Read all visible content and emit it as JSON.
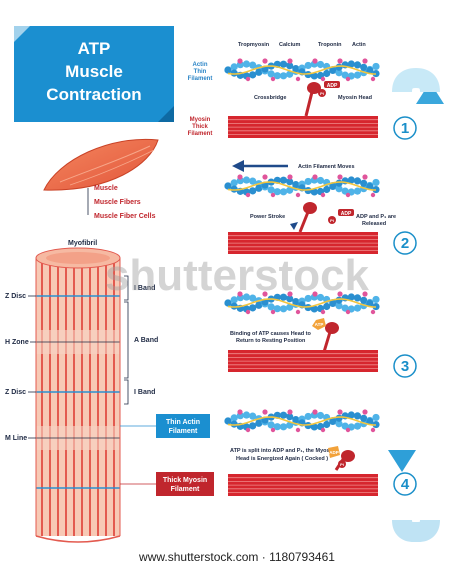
{
  "title": {
    "line1": "ATP",
    "line2": "Muscle",
    "line3": "Contraction"
  },
  "muscle_labels": [
    "Muscle",
    "Muscle Fibers",
    "Muscle Fiber Cells"
  ],
  "myofibril_label": "Myofibril",
  "left_labels": {
    "z_disc_top": "Z Disc",
    "h_zone": "H Zone",
    "z_disc_bottom": "Z Disc",
    "m_line": "M Line"
  },
  "band_labels": {
    "i_band_top": "I Band",
    "a_band": "A Band",
    "i_band_bottom": "I Band"
  },
  "thin_box": {
    "line1": "Thin Actin",
    "line2": "Filament"
  },
  "thick_box": {
    "line1": "Thick Myosin",
    "line2": "Filament"
  },
  "panel1": {
    "top_labels": [
      "Tropmyosin",
      "Calcium",
      "Troponin",
      "Actin"
    ],
    "actin_label": [
      "Actin",
      "Thin",
      "Filament"
    ],
    "myosin_label": [
      "Myosin",
      "Thick",
      "Filament"
    ],
    "crossbridge": "Crossbridge",
    "myosin_head": "Myosin Head",
    "adp": "ADP",
    "pi": "Pi"
  },
  "panel2": {
    "moves": "Actin Filament Moves",
    "power_stroke": "Power Stroke",
    "released": [
      "ADP and P₁ are",
      "Released"
    ],
    "adp": "ADP",
    "pi": "Pi"
  },
  "panel3": {
    "binding": [
      "Binding of ATP causes Head to",
      "Return to Resting Position"
    ],
    "atp": "ATP"
  },
  "panel4": {
    "split": [
      "ATP is split into ADP and P₁, the Myosin",
      "Head is Energized Again ( Cocked )"
    ],
    "adp": "ADP",
    "pi": "Pi"
  },
  "cycle_steps": [
    "1",
    "2",
    "3",
    "4"
  ],
  "watermark": "shutterstock",
  "footer": "www.shutterstock.com · 1180793461",
  "colors": {
    "blue_title": "#1b8fd0",
    "actin_blue": "#2a8fd0",
    "actin_pink": "#e0559b",
    "myosin_red": "#d6262e",
    "muscle_orange": "#ee6a45",
    "arrow_blue": "#38a8dc",
    "arrow_pale": "#bfe3f4"
  }
}
